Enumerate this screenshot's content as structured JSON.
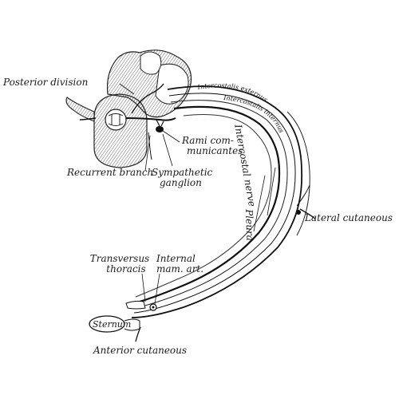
{
  "labels": {
    "posterior_division": "Posterior division",
    "rami_line1": "Rami com-",
    "rami_line2": "municantes",
    "recurrent_branch": "Recurrent branch",
    "sympathetic_line1": "Sympathetic",
    "sympathetic_line2": "ganglion",
    "intercostal_nerve": "Intercostal nerve",
    "pleura": "Pleura",
    "lateral_cutaneous": "Lateral cutaneous",
    "transversus_line1": "Transversus",
    "transversus_line2": "thoracis",
    "internal_line1": "Internal",
    "internal_line2": "mam. art.",
    "sternum": "Sternum",
    "anterior_cutaneous": "Anterior cutaneous",
    "intercostalis_externus": "Intercostalis externus",
    "intercostalis_internus": "Intercostalis internus"
  }
}
